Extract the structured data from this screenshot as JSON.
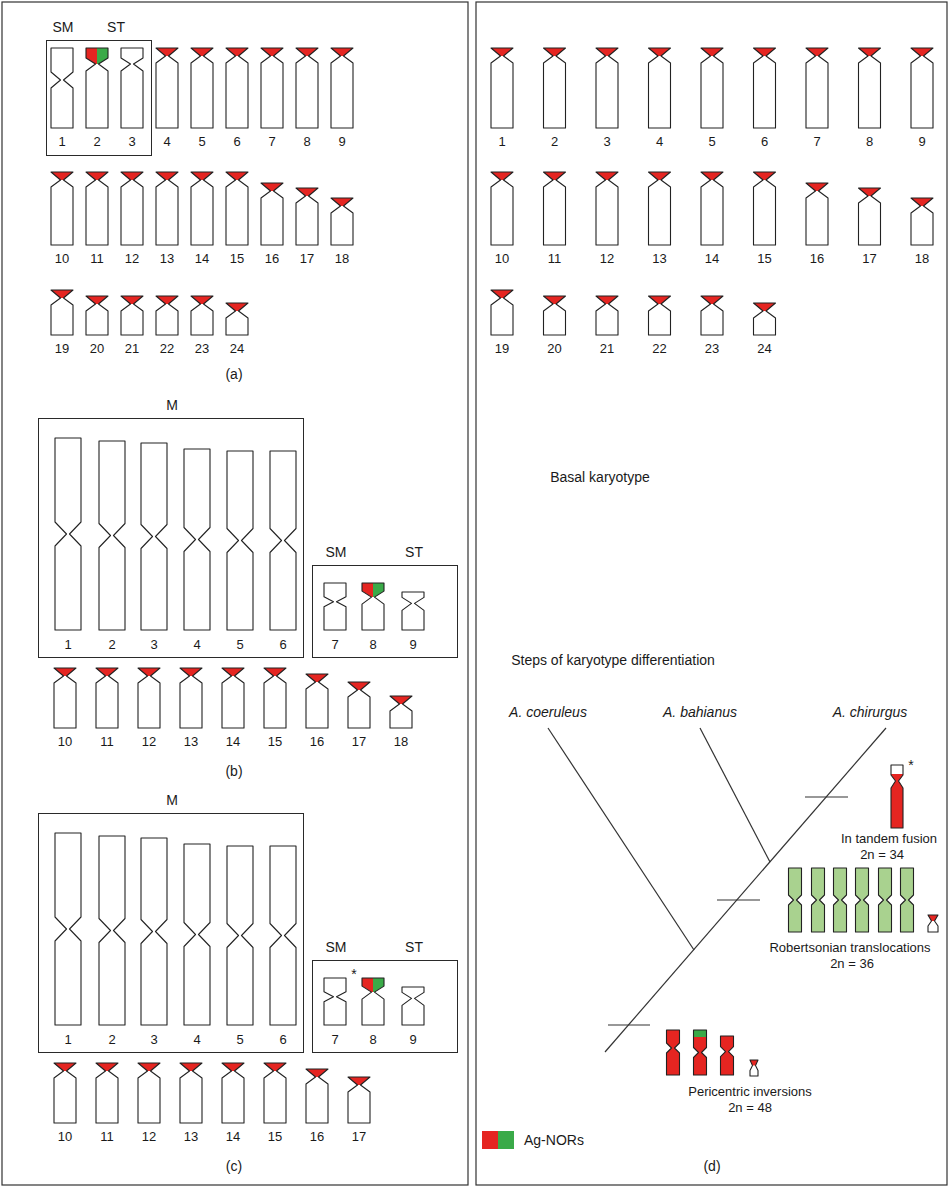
{
  "diagram": {
    "nodes": [
      {
        "text": [
          "SM",
          "ST"
        ]
      },
      {
        "text": [
          "M"
        ]
      },
      {
        "text": [
          "SM",
          "ST"
        ]
      },
      {
        "text": [
          "M"
        ]
      },
      {
        "text": [
          "SM",
          "ST"
        ]
      }
    ],
    "labels": [
      "1",
      "2",
      "3",
      "4",
      "5",
      "6",
      "7",
      "8",
      "9",
      "10",
      "11",
      "12",
      "13",
      "14",
      "15",
      "16",
      "17",
      "18",
      "19",
      "20",
      "21",
      "22",
      "23",
      "24",
      "(a)",
      "1",
      "2",
      "3",
      "4",
      "5",
      "6",
      "7",
      "8",
      "9",
      "10",
      "11",
      "12",
      "13",
      "14",
      "15",
      "16",
      "17",
      "18",
      "(b)",
      "1",
      "2",
      "3",
      "4",
      "5",
      "6",
      "7",
      "8",
      "9",
      "10",
      "11",
      "12",
      "13",
      "14",
      "15",
      "16",
      "17",
      "*",
      "(c)",
      "1",
      "2",
      "3",
      "4",
      "5",
      "6",
      "7",
      "8",
      "9",
      "10",
      "11",
      "12",
      "13",
      "14",
      "15",
      "16",
      "17",
      "18",
      "19",
      "20",
      "21",
      "22",
      "23",
      "24",
      "Basal karyotype",
      "Steps of karyotype differentiation",
      "A. coeruleus",
      "A. bahianus",
      "A. chirurgus",
      "*",
      "In tandem fusion",
      "2n = 34",
      "Robertsonian translocations",
      "2n = 36",
      "Pericentric inversions",
      "2n = 48",
      "(d)"
    ],
    "legend": [
      {
        "text": "Ag-NORs",
        "color": "#e52521"
      }
    ]
  }
}
